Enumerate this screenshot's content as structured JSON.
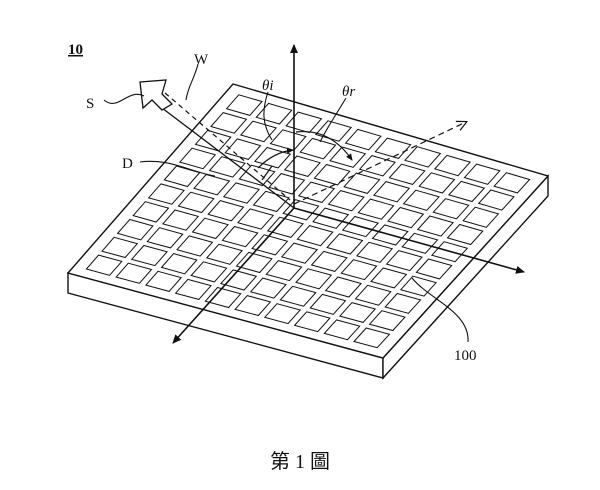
{
  "figure": {
    "caption": "第 1 圖",
    "labels": {
      "figure_ref": "10",
      "source": "S",
      "wave": "W",
      "direction": "D",
      "incident_angle": "θi",
      "reflected_angle": "θr",
      "surface_ref": "100"
    },
    "grid": {
      "rows": 10,
      "cols": 10
    }
  }
}
